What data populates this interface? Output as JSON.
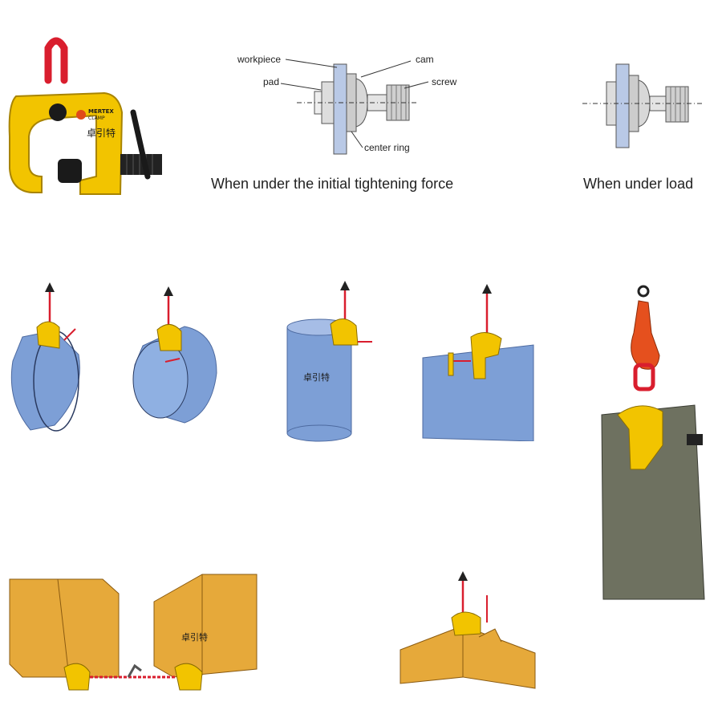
{
  "product_photo": {
    "logo_text": "MERTEX",
    "logo_sub": "CLAMP",
    "brand_cn": "卓引特"
  },
  "mechanism_diagram": {
    "labels": {
      "workpiece": "workpiece",
      "pad": "pad",
      "cam": "cam",
      "screw": "screw",
      "center_ring": "center ring"
    },
    "caption_initial": "When under the initial tightening force",
    "caption_load": "When under load"
  },
  "applications": {
    "brand_cn": "卓引特"
  },
  "colors": {
    "clamp_yellow": "#f2c400",
    "shackle_red": "#d91e2e",
    "workpiece_blue": "#7d9fd6",
    "steel_gray": "#6e7160",
    "beam_orange": "#e6a93a",
    "hook_orange": "#e5501e"
  }
}
